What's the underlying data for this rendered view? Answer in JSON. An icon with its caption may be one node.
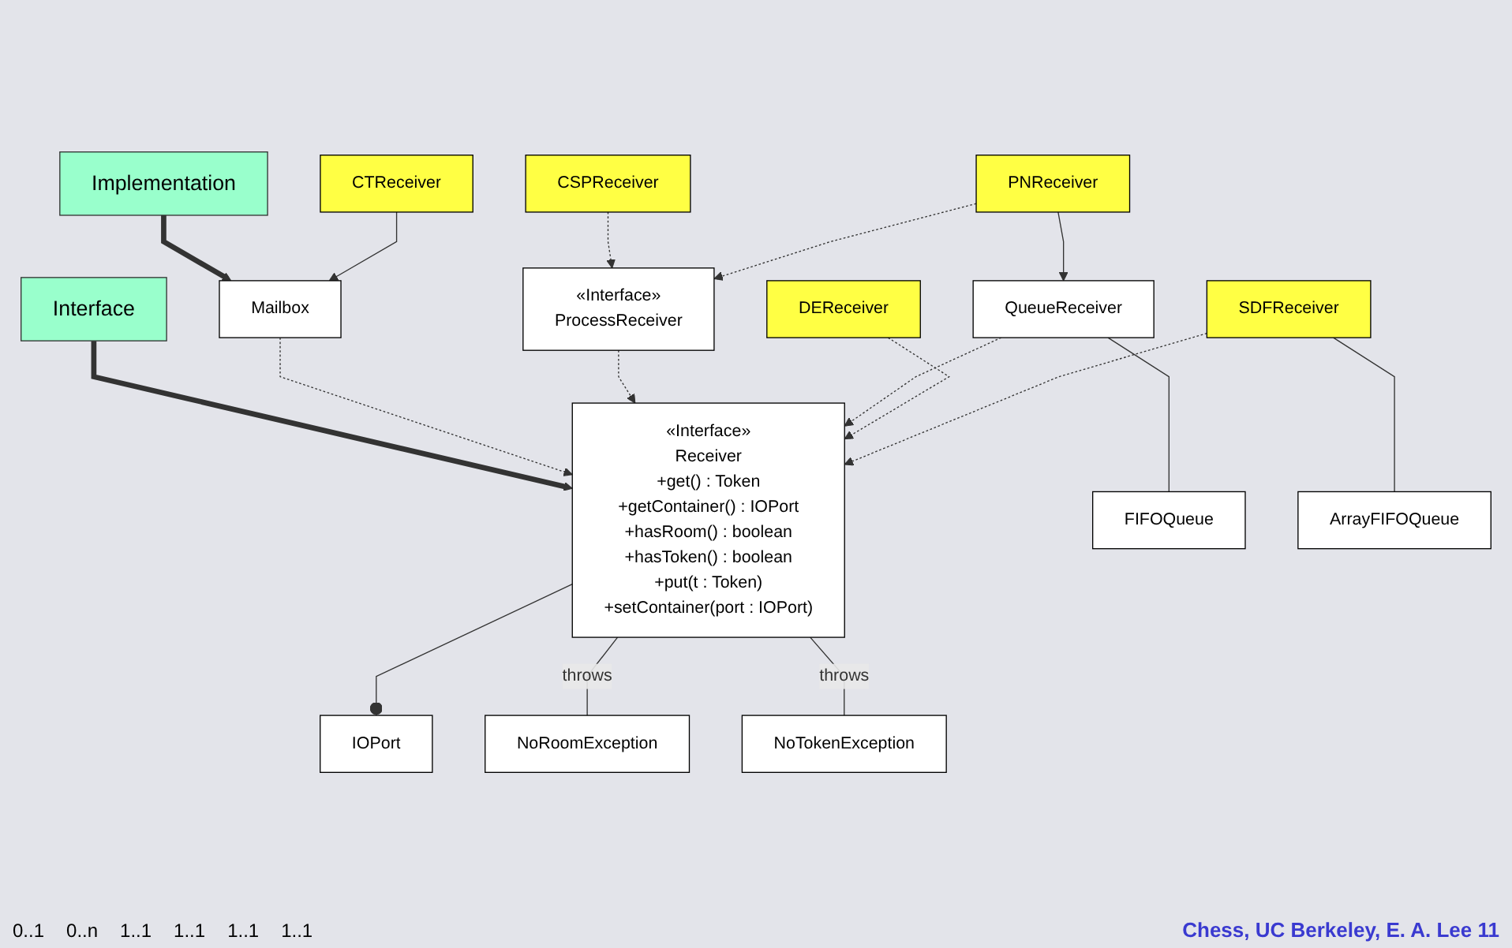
{
  "diagram": {
    "nodes": [
      {
        "text": [
          "IOPort"
        ]
      },
      {
        "text": [
          "NoRoomException"
        ]
      },
      {
        "text": [
          "«Interface»",
          "Receiver",
          "+get() : Token",
          "+getContainer() : IOPort",
          "+hasRoom() : boolean",
          "+hasToken() : boolean",
          "+put(t : Token)",
          "+setContainer(port : IOPort)"
        ]
      },
      {
        "text": [
          "NoTokenException"
        ]
      },
      {
        "text": [
          "Interface"
        ]
      },
      {
        "text": [
          "Implementation"
        ]
      },
      {
        "text": [
          "Mailbox"
        ]
      },
      {
        "text": [
          "«Interface»",
          "ProcessReceiver"
        ]
      },
      {
        "text": [
          "QueueReceiver"
        ]
      },
      {
        "text": [
          "DEReceiver"
        ]
      },
      {
        "text": [
          "SDFReceiver"
        ]
      },
      {
        "text": [
          "CTReceiver"
        ]
      },
      {
        "text": [
          "CSPReceiver"
        ]
      },
      {
        "text": [
          "PNReceiver"
        ]
      },
      {
        "text": [
          "FIFOQueue"
        ]
      },
      {
        "text": [
          "ArrayFIFOQueue"
        ]
      }
    ],
    "edges": [
      {
        "from": 2,
        "to": 0,
        "arrow": "other"
      },
      {
        "from": 2,
        "to": 1,
        "arrow": "none",
        "label": "throws"
      },
      {
        "from": 2,
        "to": 3,
        "arrow": "none",
        "label": "throws"
      },
      {
        "from": 4,
        "to": 2,
        "arrow": "to",
        "style": "thick"
      },
      {
        "from": 5,
        "to": 6,
        "arrow": "to",
        "style": "thick"
      },
      {
        "from": 6,
        "to": 2,
        "arrow": "to",
        "style": "dashed"
      },
      {
        "from": 7,
        "to": 2,
        "arrow": "to",
        "style": "dashed"
      },
      {
        "from": 8,
        "to": 2,
        "arrow": "to",
        "style": "dashed"
      },
      {
        "from": 9,
        "to": 2,
        "arrow": "to",
        "style": "dashed"
      },
      {
        "from": 10,
        "to": 2,
        "arrow": "to",
        "style": "dashed"
      },
      {
        "from": 11,
        "to": 6,
        "arrow": "to"
      },
      {
        "from": 12,
        "to": 7,
        "arrow": "to",
        "style": "dashed"
      },
      {
        "from": 13,
        "to": 7,
        "arrow": "to",
        "style": "dashed"
      },
      {
        "from": 13,
        "to": 8,
        "arrow": "to"
      },
      {
        "from": 8,
        "to": 14,
        "arrow": "none"
      },
      {
        "from": 10,
        "to": 15,
        "arrow": "none"
      }
    ],
    "labels": [
      "0..1",
      "0..n",
      "1..1",
      "1..1",
      "1..1",
      "1..1",
      "Chess, UC Berkeley, E. A. Lee 11"
    ]
  }
}
